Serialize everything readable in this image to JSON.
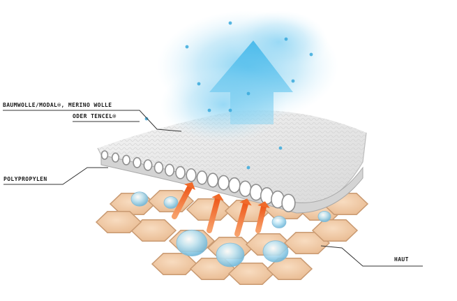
{
  "labels": {
    "fabric_line1": "BAUMWOLLE/MODAL®, MERINO WOLLE",
    "fabric_line2": "ODER TENCEL®",
    "middle_layer": "POLYPROPYLEN",
    "skin": "HAUT"
  },
  "colors": {
    "vapor_arrow": "#5fc4ee",
    "vapor_cloud": "#9fd9f3",
    "heat_arrow": "#f06a2a",
    "skin_cell": "#f0c9a4",
    "skin_cell_edge": "#c99a72",
    "fabric_top": "#e6e6e6",
    "leader_line": "#333333"
  }
}
